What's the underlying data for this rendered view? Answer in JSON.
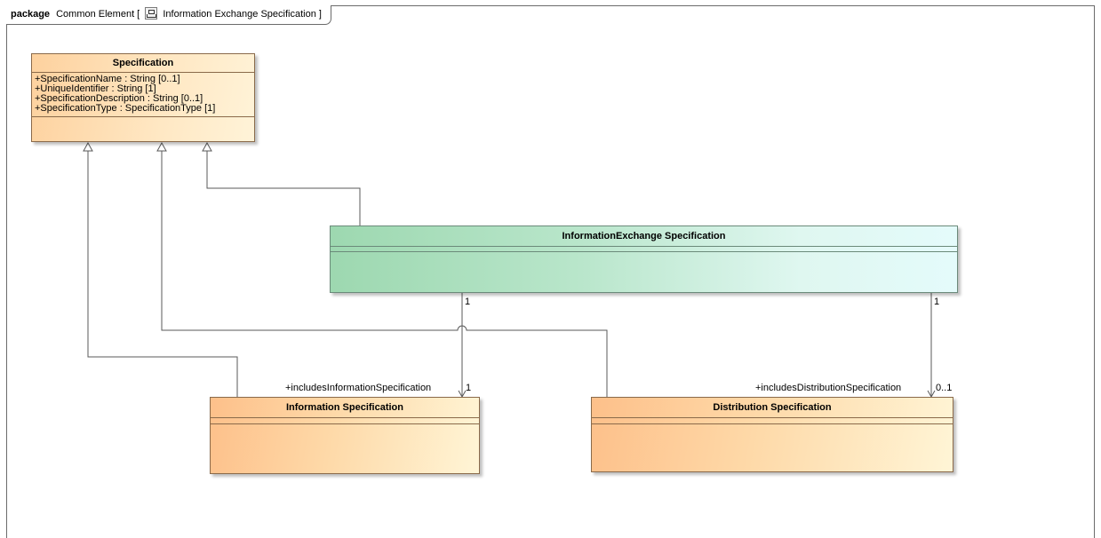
{
  "frame": {
    "keyword": "package",
    "title_prefix": "Common Element [",
    "title_name": "Information Exchange Specification",
    "title_suffix": "]",
    "icon": "class-diagram-icon"
  },
  "classes": {
    "specification": {
      "name": "Specification",
      "attributes": [
        "+SpecificationName : String [0..1]",
        "+UniqueIdentifier : String [1]",
        "+SpecificationDescription : String [0..1]",
        "+SpecificationType : SpecificationType [1]"
      ]
    },
    "information_exchange": {
      "name": "InformationExchange Specification"
    },
    "information": {
      "name": "Information Specification"
    },
    "distribution": {
      "name": "Distribution Specification"
    }
  },
  "associations": {
    "to_information": {
      "source_multiplicity": "1",
      "role": "+includesInformationSpecification",
      "target_multiplicity": "1"
    },
    "to_distribution": {
      "source_multiplicity": "1",
      "role": "+includesDistributionSpecification",
      "target_multiplicity": "0..1"
    }
  },
  "colors": {
    "line": "#5a5a5a",
    "class_border": "#8a6a4a",
    "orange_fill": "#fdc08a",
    "green_fill": "#9dd8b0"
  }
}
